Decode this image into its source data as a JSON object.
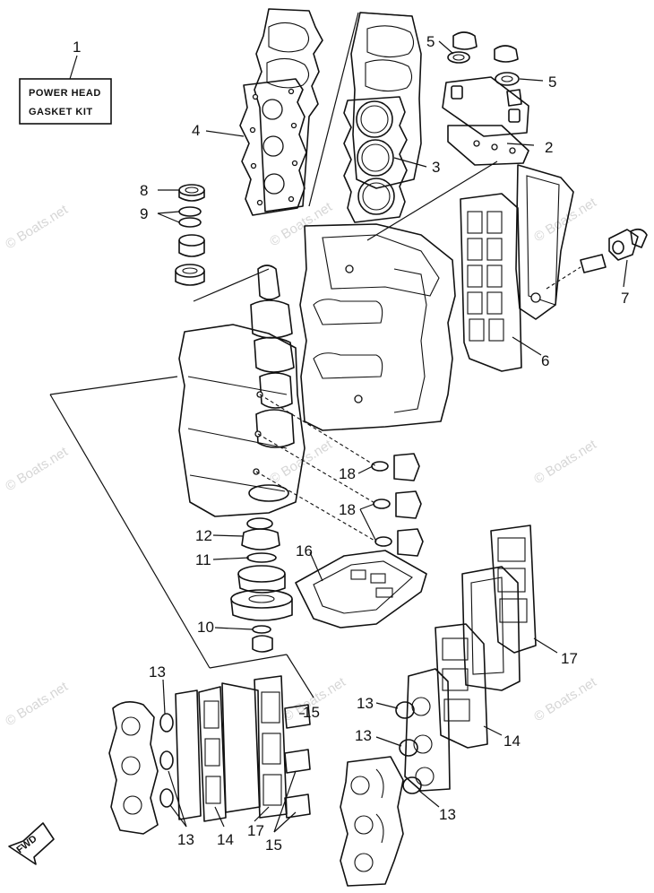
{
  "kit_label": {
    "line1": "POWER HEAD",
    "line2": "GASKET KIT"
  },
  "direction_label": "FWD",
  "watermark": "© Boats.net",
  "callouts": [
    "1",
    "2",
    "3",
    "4",
    "5",
    "5",
    "6",
    "7",
    "8",
    "9",
    "10",
    "11",
    "12",
    "13",
    "13",
    "13",
    "13",
    "13",
    "14",
    "14",
    "15",
    "15",
    "16",
    "17",
    "17",
    "18",
    "18"
  ]
}
